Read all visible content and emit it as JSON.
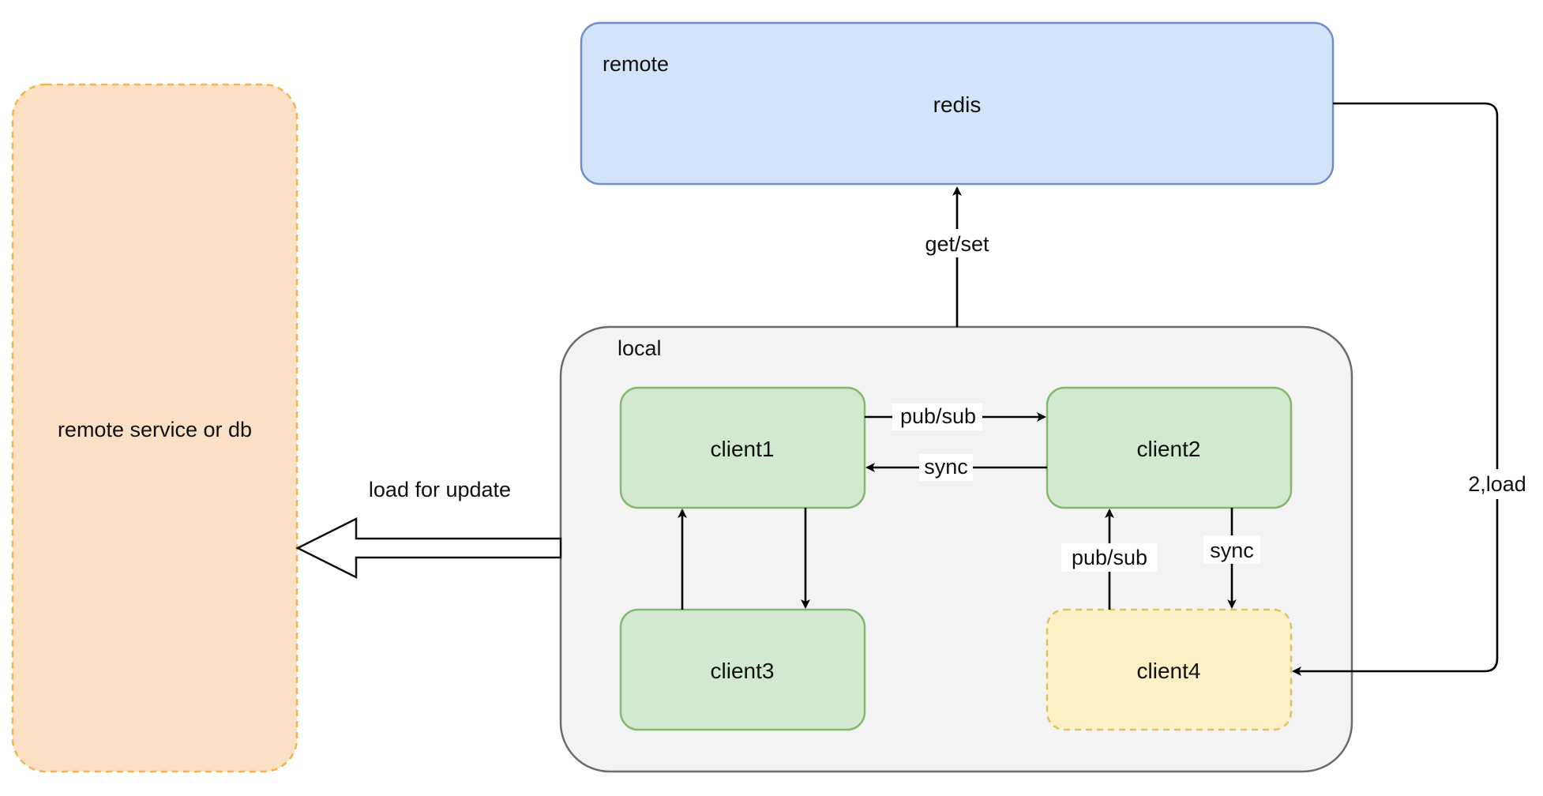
{
  "diagram": {
    "remote_service": {
      "label": "remote service  or db",
      "fill": "#fce0c6",
      "stroke": "#f2b44c",
      "style": "dashed"
    },
    "remote_group": {
      "label": "remote",
      "fill": "#d3e3fa",
      "stroke": "#6f8fc8"
    },
    "redis": {
      "label": "redis"
    },
    "local_group": {
      "label": "local",
      "fill": "#f3f3f3",
      "stroke": "#6b6b6b"
    },
    "clients": {
      "client1": {
        "label": "client1",
        "fill": "#d3e8d0",
        "stroke": "#83b96c"
      },
      "client2": {
        "label": "client2",
        "fill": "#d3e8d0",
        "stroke": "#83b96c"
      },
      "client3": {
        "label": "client3",
        "fill": "#d3e8d0",
        "stroke": "#83b96c"
      },
      "client4": {
        "label": "client4",
        "fill": "#fdf0c4",
        "stroke": "#e1c064",
        "style": "dashed"
      }
    },
    "edges": {
      "get_set": "get/set",
      "pub_sub_1_2": "pub/sub",
      "sync_2_1": "sync",
      "pub_sub_4_2": "pub/sub",
      "sync_2_4": "sync",
      "load_redis_4": "2,load",
      "load_for_update": "load for update"
    }
  }
}
